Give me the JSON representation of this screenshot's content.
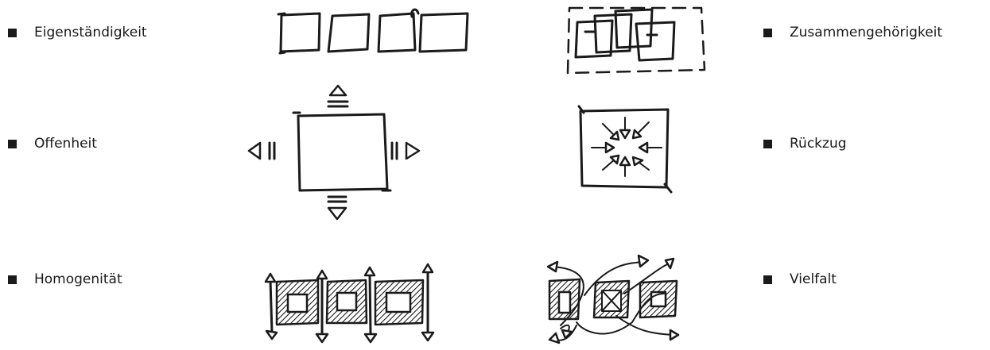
{
  "left_items": [
    {
      "label": "Eigenständigkeit",
      "sketch": "four-separate-squares"
    },
    {
      "label": "Offenheit",
      "sketch": "box-with-outward-arrows"
    },
    {
      "label": "Homogenität",
      "sketch": "uniform-framed-blocks"
    }
  ],
  "right_items": [
    {
      "label": "Zusammengehörigkeit",
      "sketch": "overlapping-squares-dashed-frame"
    },
    {
      "label": "Rückzug",
      "sketch": "box-with-inward-arrows"
    },
    {
      "label": "Vielfalt",
      "sketch": "diverse-blocks-with-curved-arrows"
    }
  ],
  "colors": {
    "ink": "#1a1a1a",
    "background": "#ffffff"
  }
}
